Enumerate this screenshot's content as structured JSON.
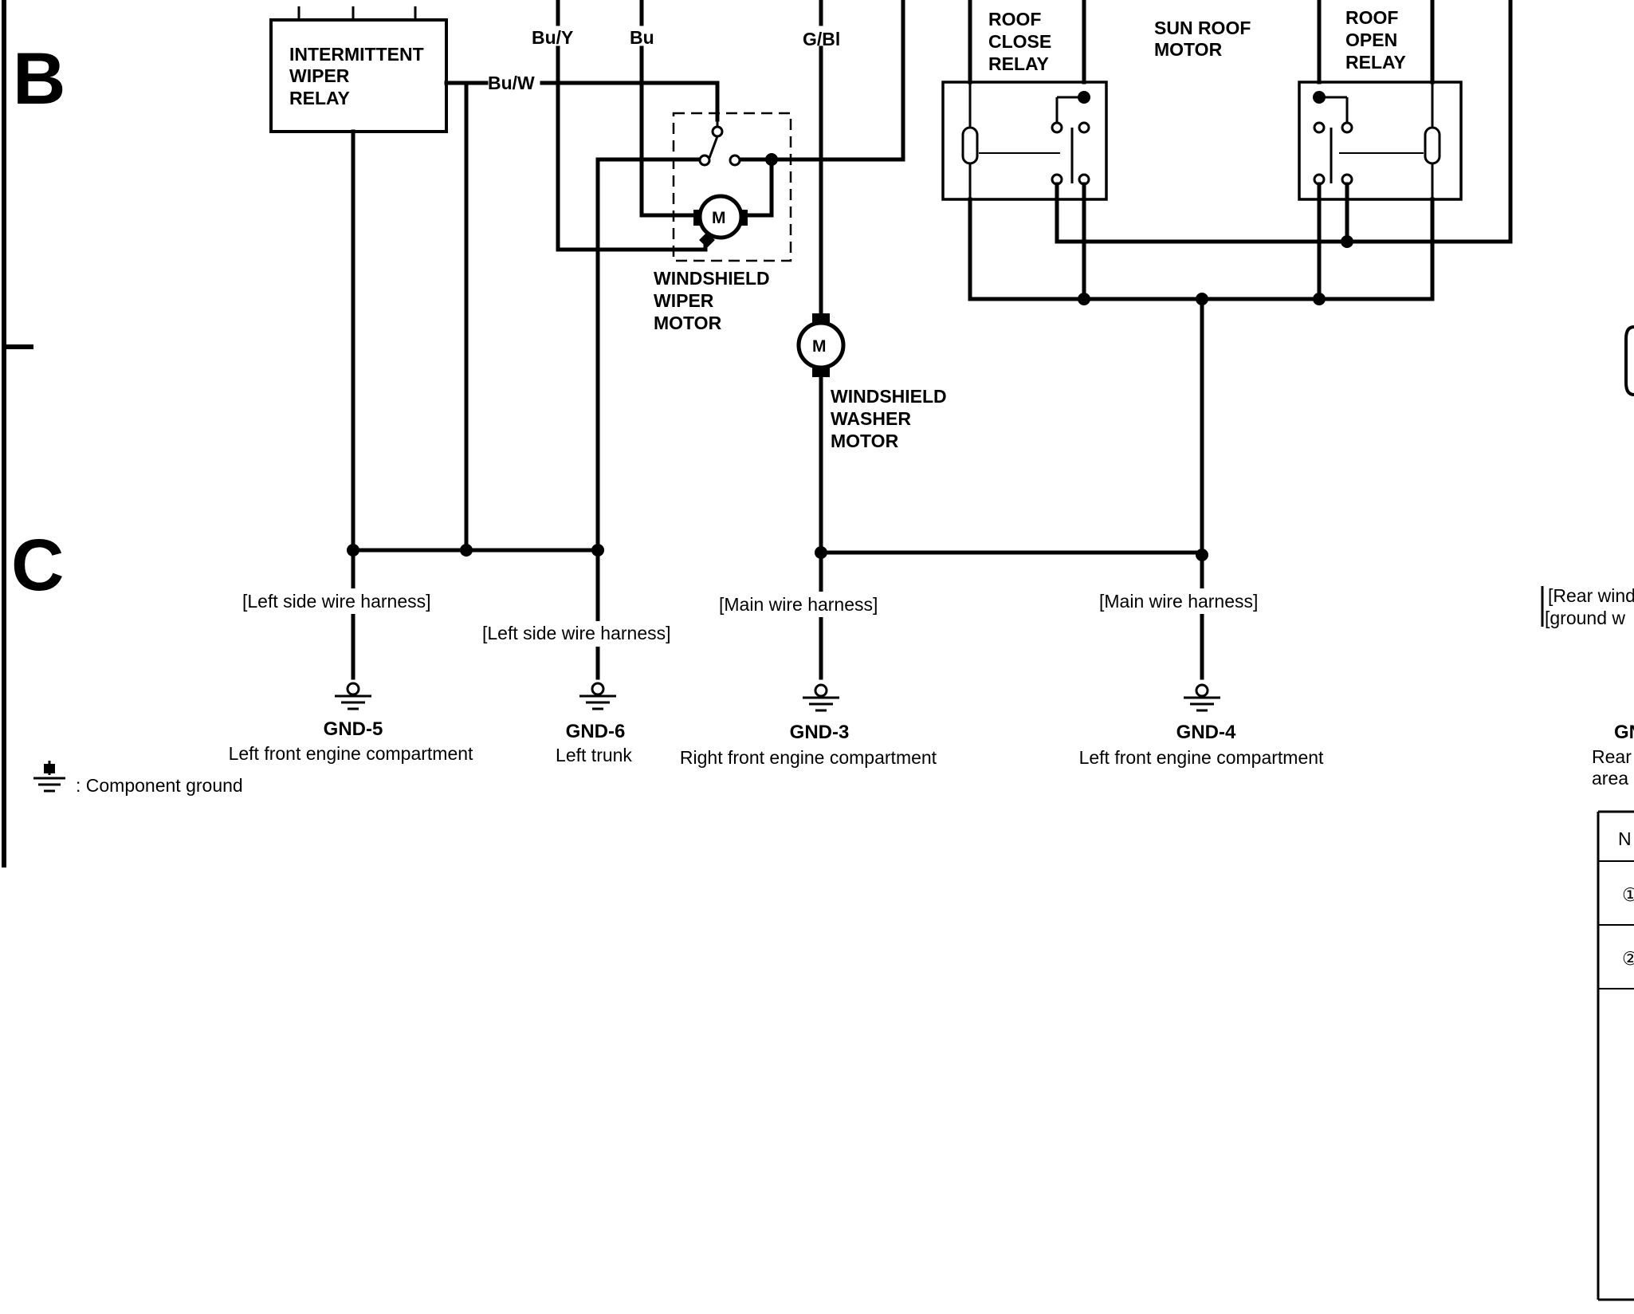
{
  "sections": {
    "b": "B",
    "c": "C"
  },
  "components": {
    "intermittent_relay": [
      "INTERMITTENT",
      "WIPER",
      "RELAY"
    ],
    "wiper_motor": [
      "WINDSHIELD",
      "WIPER",
      "MOTOR"
    ],
    "washer_motor": [
      "WINDSHIELD",
      "WASHER",
      "MOTOR"
    ],
    "roof_close_relay": [
      "ROOF",
      "CLOSE",
      "RELAY"
    ],
    "sun_roof_motor": [
      "SUN ROOF",
      "MOTOR"
    ],
    "roof_open_relay": [
      "ROOF",
      "OPEN",
      "RELAY"
    ],
    "motor_symbol": "M"
  },
  "wire_colors": {
    "bu_y": "Bu/Y",
    "bu": "Bu",
    "g_bl": "G/Bl",
    "bu_w": "Bu/W"
  },
  "harness_labels": {
    "h1": "[Left side wire harness]",
    "h2": "[Left side wire harness]",
    "h3": "[Main wire harness]",
    "h4": "[Main wire harness]",
    "rear_line1": "[Rear wind",
    "rear_line2": "[ground w"
  },
  "grounds": [
    {
      "id": "GND-5",
      "location": "Left front engine compartment"
    },
    {
      "id": "GND-6",
      "location": "Left trunk"
    },
    {
      "id": "GND-3",
      "location": "Right front engine compartment"
    },
    {
      "id": "GND-4",
      "location": "Left front engine compartment"
    }
  ],
  "partial_ground": {
    "id": "GN",
    "line1": "Rear",
    "line2": "area"
  },
  "legend": {
    "text": ": Component ground"
  },
  "partial_table": {
    "header": "N",
    "row1": "①",
    "row2": "②"
  }
}
